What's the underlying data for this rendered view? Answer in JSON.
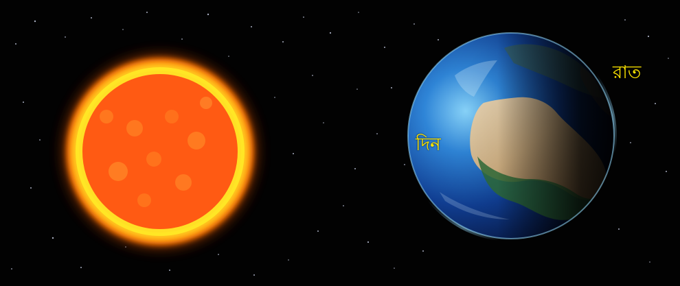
{
  "scene": {
    "background_color": "#020202",
    "labels": {
      "day": "দিন",
      "night": "রাত"
    },
    "label_color": "#ffe600",
    "objects": {
      "sun": "sun",
      "earth": "earth"
    }
  }
}
